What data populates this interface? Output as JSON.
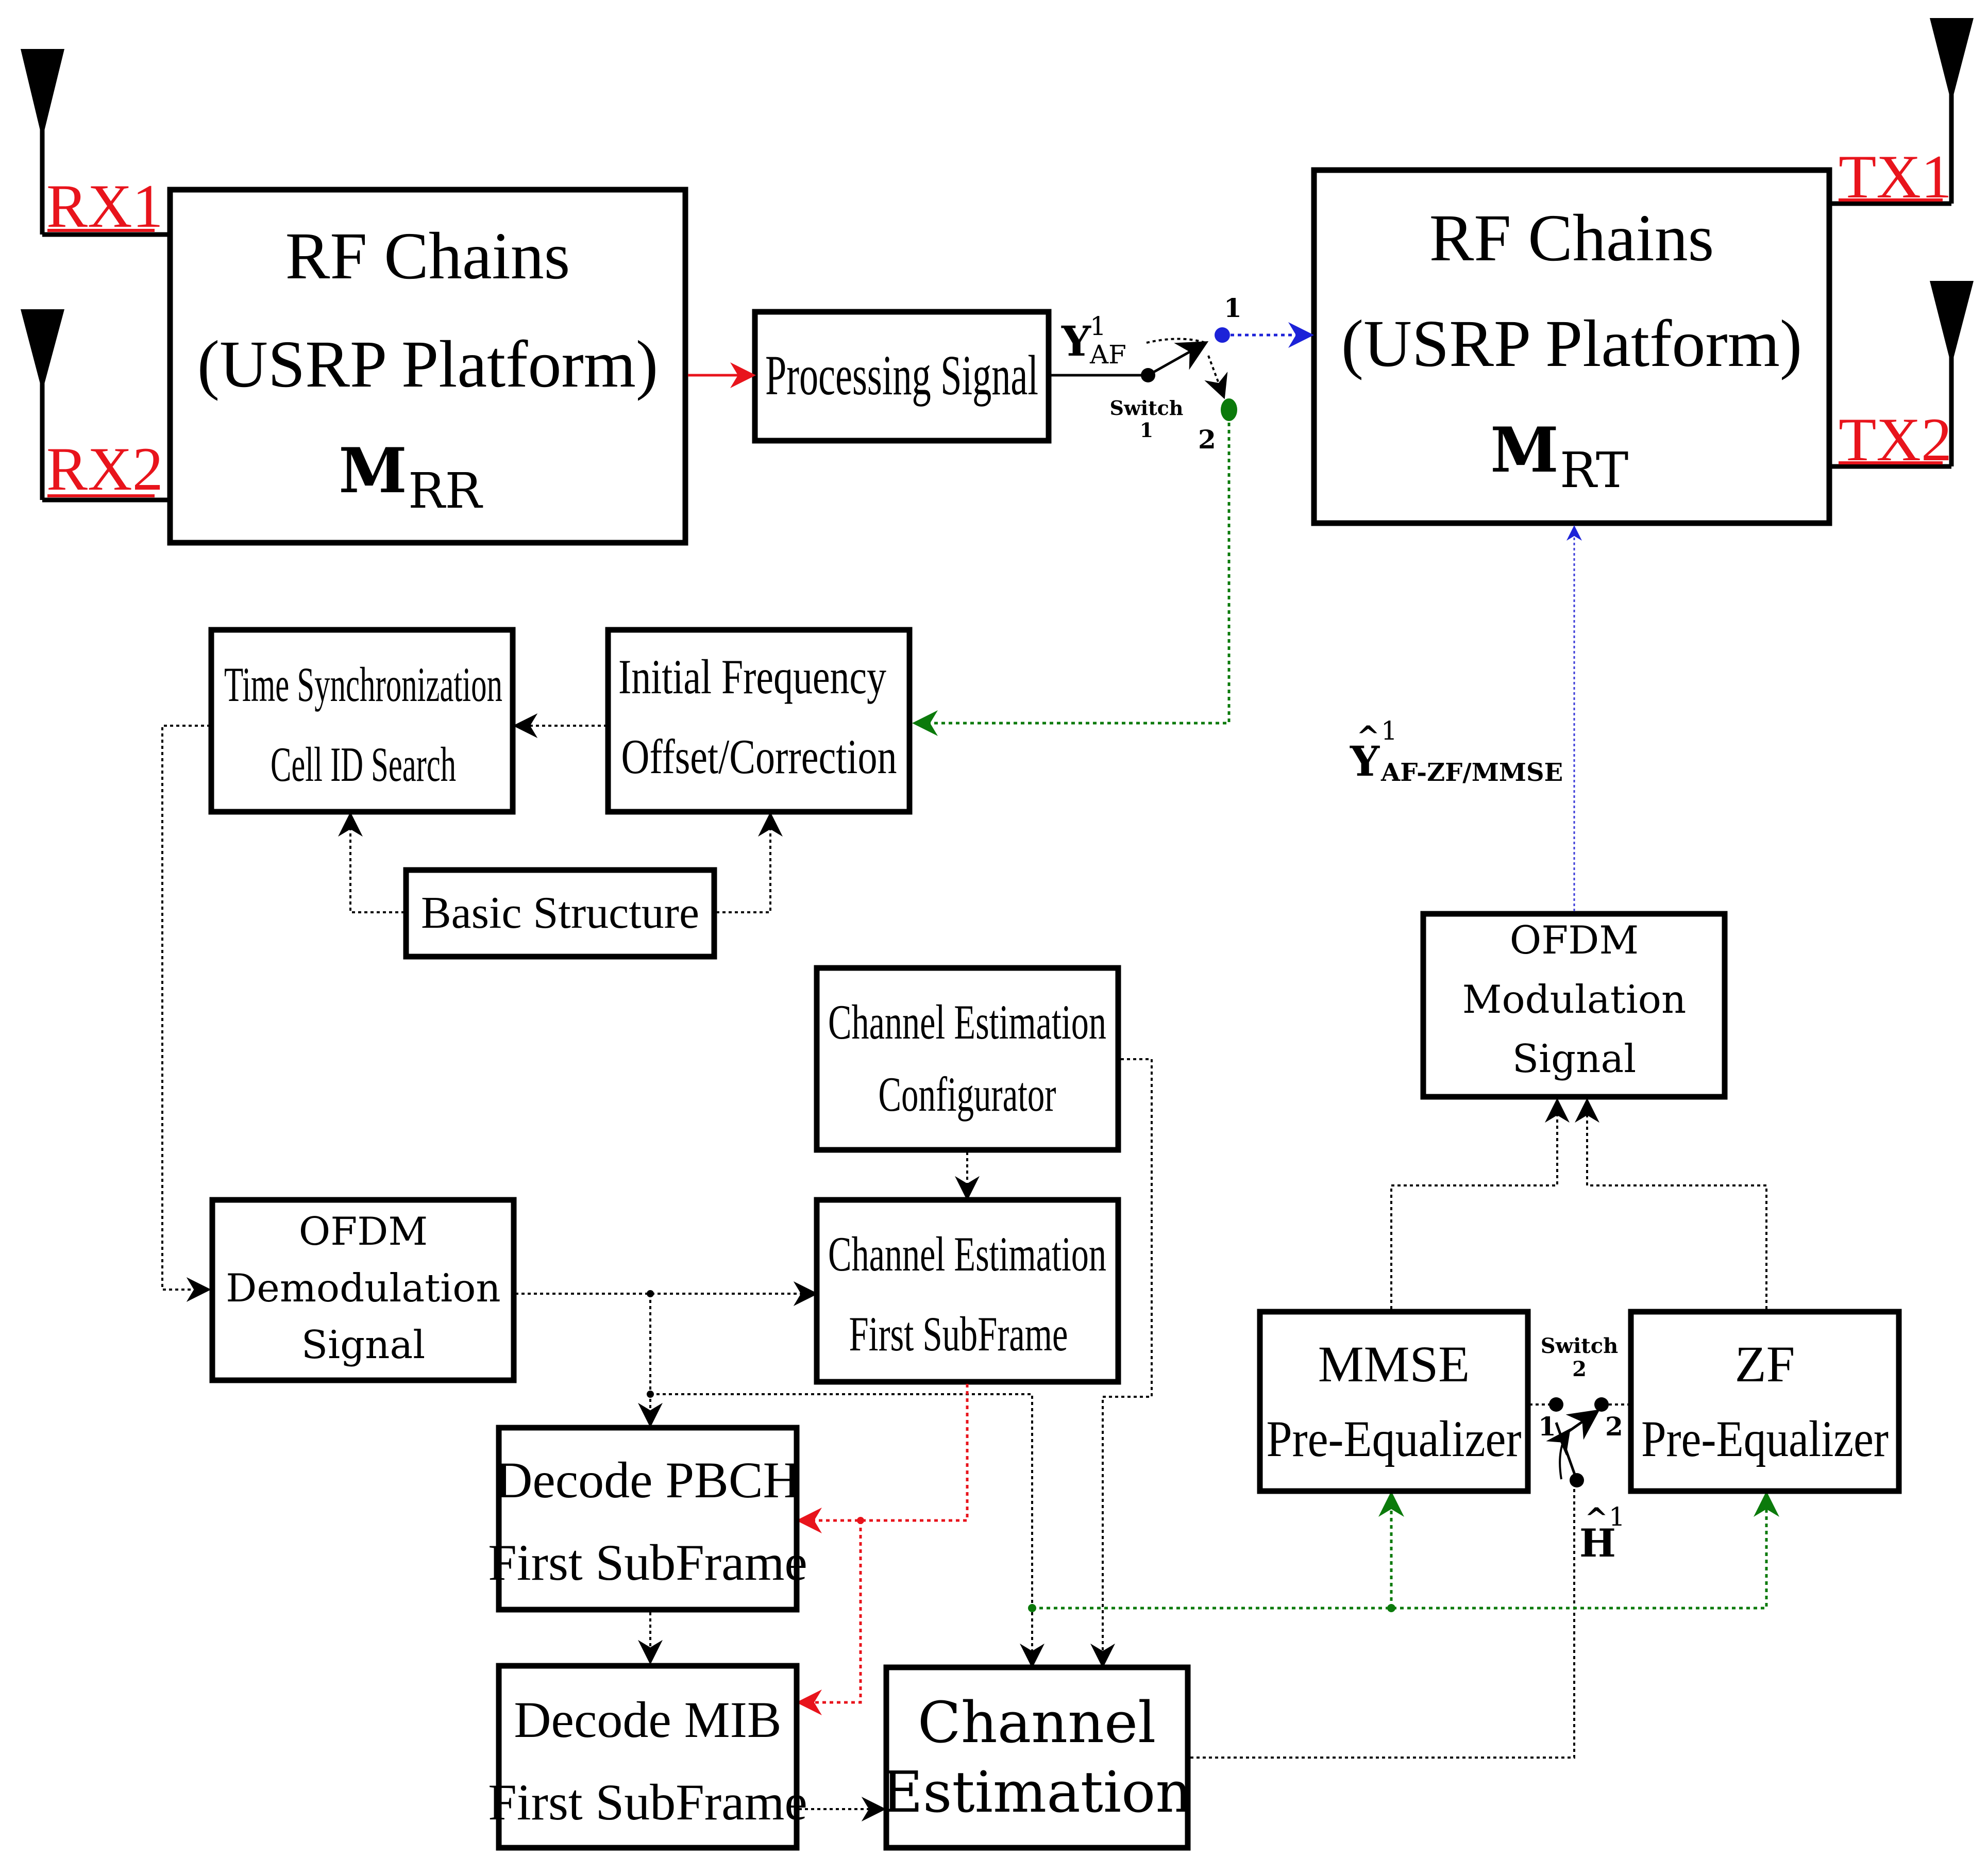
{
  "antennas": {
    "rx1": "RX1",
    "rx2": "RX2",
    "tx1": "TX1",
    "tx2": "TX2"
  },
  "rf_rx": {
    "line1": "RF Chains",
    "line2": "(USRP Platform)",
    "label_main": "M",
    "label_sub": "RR"
  },
  "rf_tx": {
    "line1": "RF Chains",
    "line2": "(USRP Platform)",
    "label_main": "M",
    "label_sub": "RT"
  },
  "processing": {
    "label": "Processing Signal"
  },
  "signal_y": {
    "main": "Y",
    "sup": "1",
    "sub": "AF"
  },
  "switch1": {
    "label": "Switch",
    "num": "1",
    "pos1": "1",
    "pos2": "2"
  },
  "ifo": {
    "line1": "Initial Frequency",
    "line2": "Offset/Correction"
  },
  "time_sync": {
    "line1": "Time Synchronization",
    "line2": "Cell ID Search"
  },
  "basic": {
    "label": "Basic Structure"
  },
  "ce_config": {
    "line1": "Channel Estimation",
    "line2": "Configurator"
  },
  "ce_first": {
    "line1": "Channel Estimation",
    "line2": "First SubFrame"
  },
  "ofdm_demod": {
    "line1": "OFDM",
    "line2": "Demodulation",
    "line3": "Signal"
  },
  "pbch": {
    "line1": "Decode PBCH",
    "line2": "First SubFrame"
  },
  "mib": {
    "line1": "Decode MIB",
    "line2": "First SubFrame"
  },
  "ce_main": {
    "line1": "Channel",
    "line2": "Estimation"
  },
  "mmse": {
    "line1": "MMSE",
    "line2": "Pre-Equalizer"
  },
  "zf": {
    "line1": "ZF",
    "line2": "Pre-Equalizer"
  },
  "switch2": {
    "label": "Switch",
    "num": "2",
    "pos1": "1",
    "pos2": "2"
  },
  "h_hat": {
    "main": "H",
    "hat": "^",
    "sup": "1"
  },
  "ofdm_mod": {
    "line1": "OFDM",
    "line2": "Modulation",
    "line3": "Signal"
  },
  "y_hat": {
    "main": "Y",
    "hat": "^",
    "sup": "1",
    "sub": "AF-ZF/MMSE"
  },
  "colors": {
    "red": "#e8141c",
    "green": "#0b7a0b",
    "blue": "#1c22d8",
    "black": "#000000"
  }
}
